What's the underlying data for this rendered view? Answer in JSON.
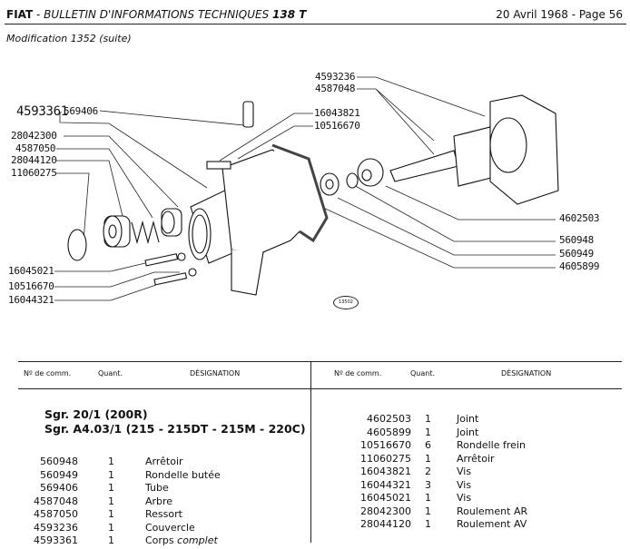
{
  "header": {
    "brand": "FIAT",
    "separator": " - ",
    "bulletin": "BULLETIN D'INFORMATIONS TECHNIQUES",
    "number": "138 T",
    "date_page": "20 Avril 1968 - Page 56"
  },
  "subtitle": "Modification 1352 (suite)",
  "diagram": {
    "labels_left": [
      "4593361",
      "569406",
      "28042300",
      "4587050",
      "28044120",
      "11060275",
      "16045021",
      "10516670",
      "16044321"
    ],
    "labels_right": [
      "4593236",
      "4587048",
      "16043821",
      "10516670",
      "4602503",
      "560948",
      "560949",
      "4605899"
    ],
    "figure_number": "13502"
  },
  "table": {
    "headers": {
      "part": "Nº de comm.",
      "qty": "Quant.",
      "designation": "DÉSIGNATION"
    },
    "groups": [
      "Sgr. 20/1 (200R)",
      "Sgr. A4.03/1 (215 - 215DT - 215M - 220C)"
    ],
    "left_rows": [
      {
        "part": "560948",
        "qty": "1",
        "designation": "Arrêtoir"
      },
      {
        "part": "560949",
        "qty": "1",
        "designation": "Rondelle butée"
      },
      {
        "part": "569406",
        "qty": "1",
        "designation": "Tube"
      },
      {
        "part": "4587048",
        "qty": "1",
        "designation": "Arbre"
      },
      {
        "part": "4587050",
        "qty": "1",
        "designation": "Ressort"
      },
      {
        "part": "4593236",
        "qty": "1",
        "designation": "Couvercle"
      },
      {
        "part": "4593361",
        "qty": "1",
        "designation": "Corps",
        "designation_italic": "complet"
      }
    ],
    "right_rows": [
      {
        "part": "4602503",
        "qty": "1",
        "designation": "Joint"
      },
      {
        "part": "4605899",
        "qty": "1",
        "designation": "Joint"
      },
      {
        "part": "10516670",
        "qty": "6",
        "designation": "Rondelle frein"
      },
      {
        "part": "11060275",
        "qty": "1",
        "designation": "Arrêtoir"
      },
      {
        "part": "16043821",
        "qty": "2",
        "designation": "Vis"
      },
      {
        "part": "16044321",
        "qty": "3",
        "designation": "Vis"
      },
      {
        "part": "16045021",
        "qty": "1",
        "designation": "Vis"
      },
      {
        "part": "28042300",
        "qty": "1",
        "designation": "Roulement AR"
      },
      {
        "part": "28044120",
        "qty": "1",
        "designation": "Roulement AV"
      }
    ]
  }
}
